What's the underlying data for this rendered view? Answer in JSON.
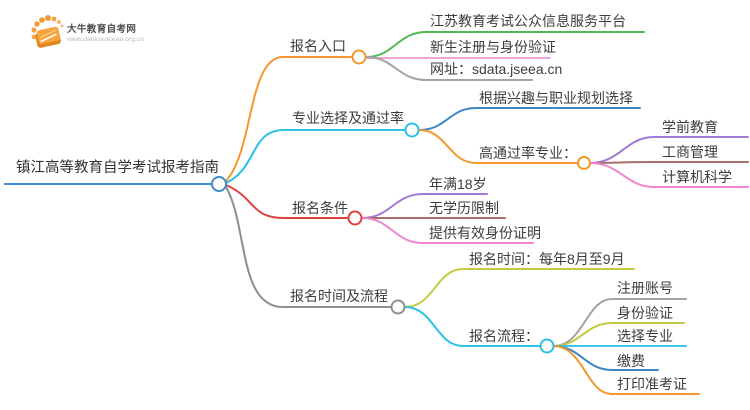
{
  "logo": {
    "title": "大牛教育自考网",
    "url": "www.daniuxuexiao.org.cn",
    "icon_color": "#f5982f"
  },
  "mindmap": {
    "root": {
      "label": "镇江高等教育自学考试报考指南",
      "color": "#418ad2"
    },
    "branches": [
      {
        "label": "报名入口",
        "color": "#f5982f",
        "children": [
          {
            "label": "江苏教育考试公众信息服务平台",
            "color": "#55b655"
          },
          {
            "label": "新生注册与身份验证",
            "color": "#f0a3da"
          },
          {
            "label": "网址：sdata.jseea.cn",
            "color": "#a3a3a3"
          }
        ]
      },
      {
        "label": "专业选择及通过率",
        "color": "#2bc0e4",
        "children": [
          {
            "label": "根据兴趣与职业规划选择",
            "color": "#3e86c6"
          },
          {
            "label": "高通过率专业：",
            "color": "#f5982f",
            "children": [
              {
                "label": "学前教育",
                "color": "#a07ad4"
              },
              {
                "label": "工商管理",
                "color": "#a96e6e"
              },
              {
                "label": "计算机科学",
                "color": "#ee85cd"
              }
            ]
          }
        ]
      },
      {
        "label": "报名条件",
        "color": "#df4040",
        "children": [
          {
            "label": "年满18岁",
            "color": "#a07ad4"
          },
          {
            "label": "无学历限制",
            "color": "#a96e6e"
          },
          {
            "label": "提供有效身份证明",
            "color": "#ee85cd"
          }
        ]
      },
      {
        "label": "报名时间及流程",
        "color": "#8e8e8e",
        "children": [
          {
            "label": "报名时间：每年8月至9月",
            "color": "#c3ca41"
          },
          {
            "label": "报名流程：",
            "color": "#2bc0e4",
            "children": [
              {
                "label": "注册账号",
                "color": "#a3a3a3"
              },
              {
                "label": "身份验证",
                "color": "#c3ca41"
              },
              {
                "label": "选择专业",
                "color": "#3fc9e8"
              },
              {
                "label": "缴费",
                "color": "#3e86c6"
              },
              {
                "label": "打印准考证",
                "color": "#f5982f"
              }
            ]
          }
        ]
      }
    ]
  }
}
